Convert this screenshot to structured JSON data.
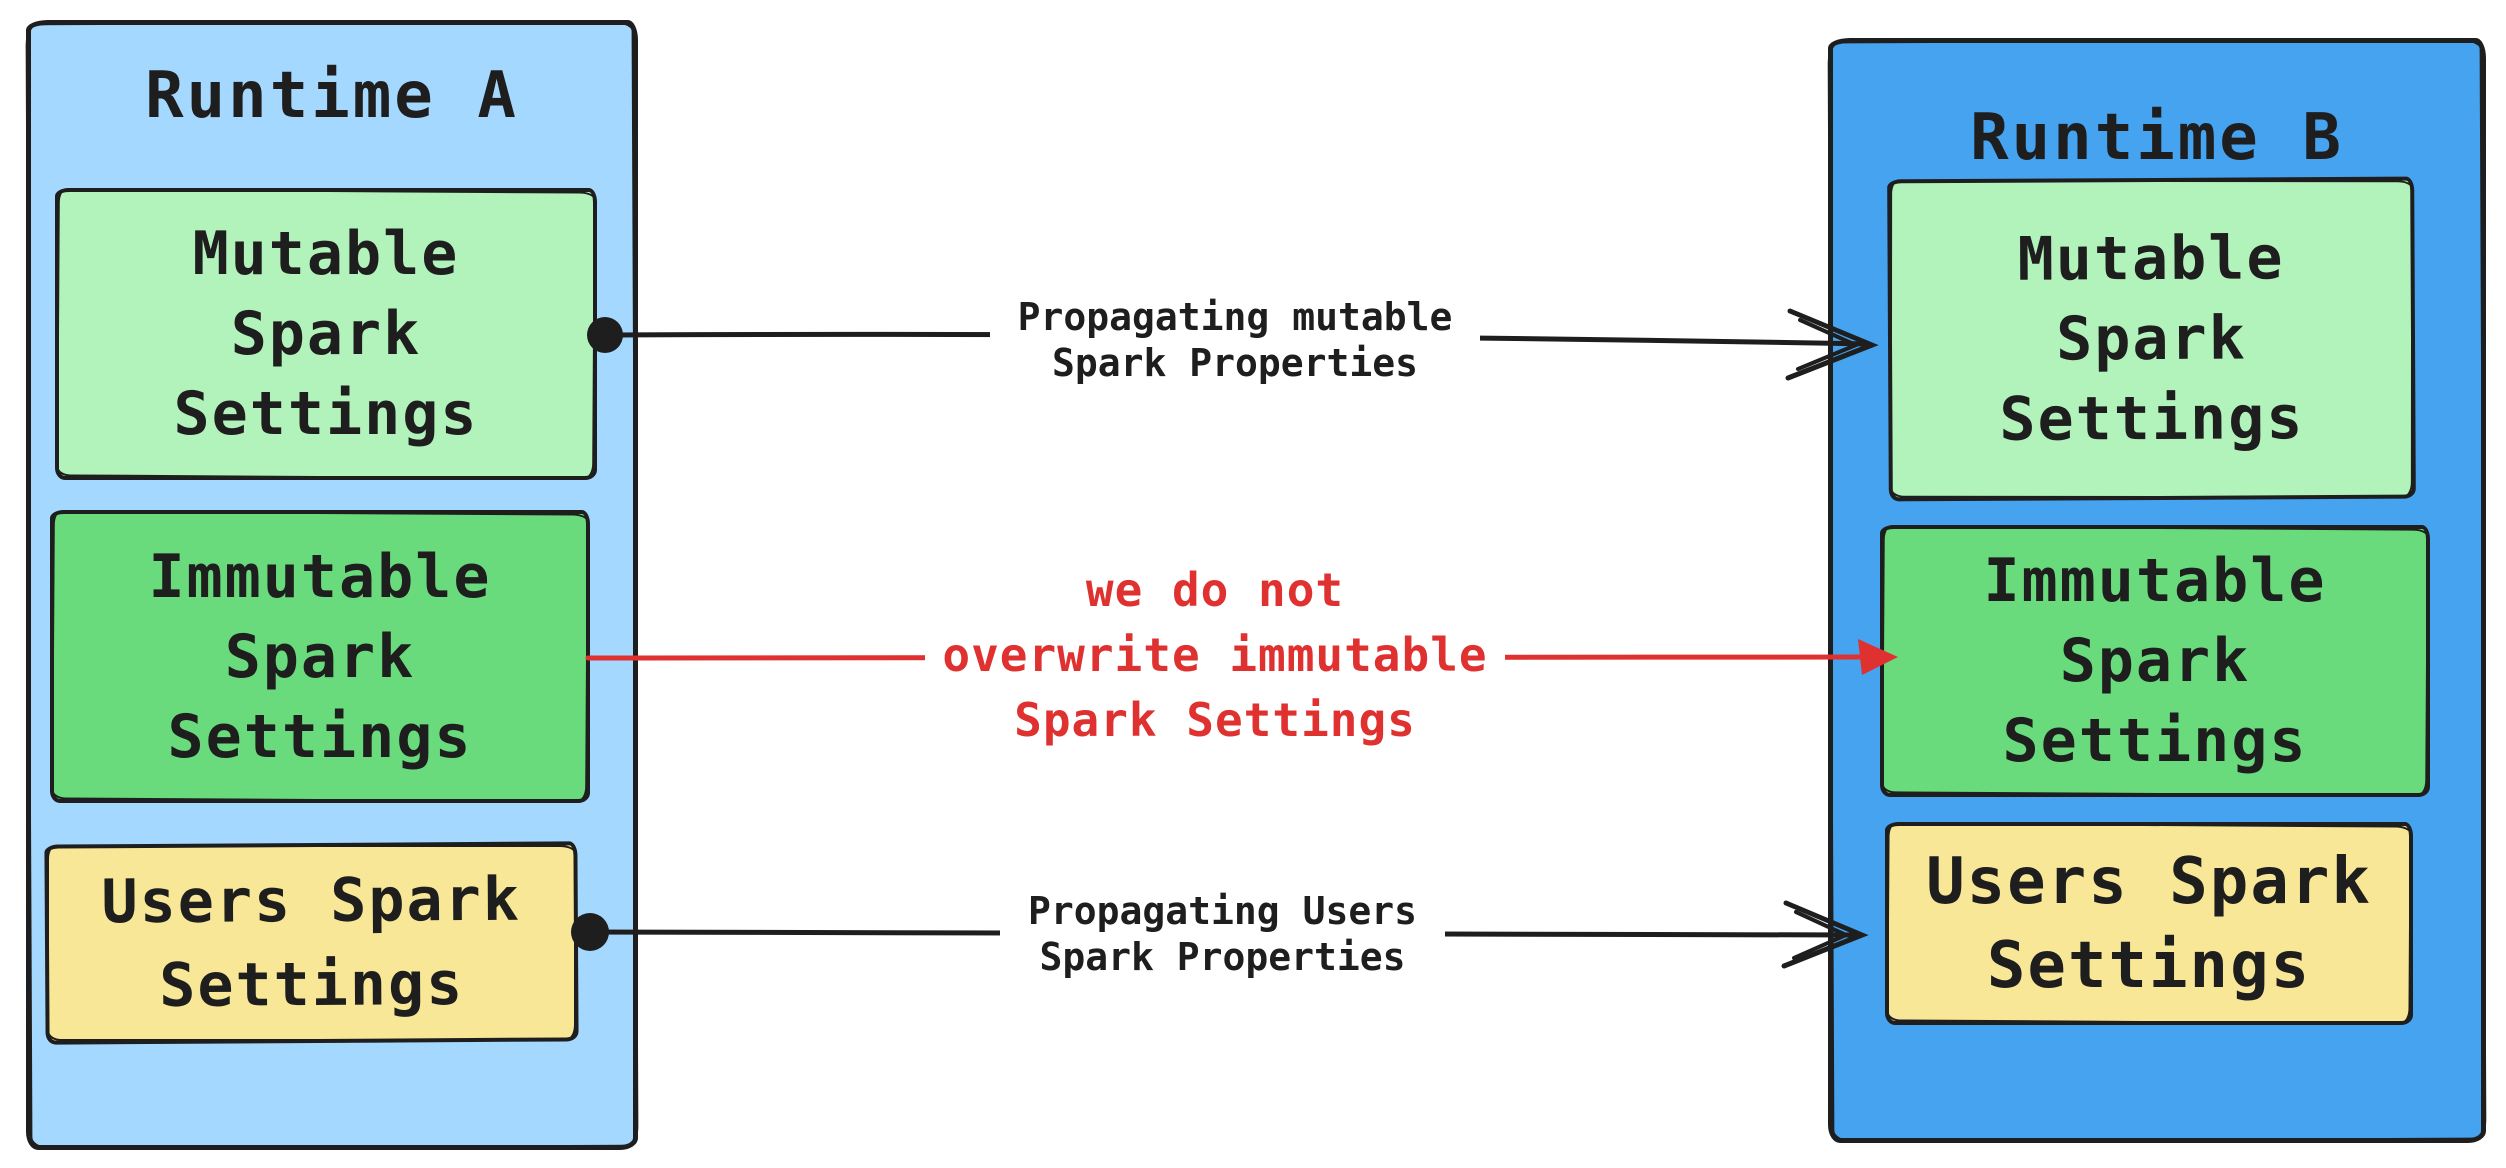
{
  "palette": {
    "stroke": "#1e1e1e",
    "runtime_a_fill": "#a5d8ff",
    "runtime_b_fill": "#45a3f0",
    "mutable_fill": "#b2f2bb",
    "immutable_fill": "#69db7c",
    "users_fill": "#f7e796",
    "red_accent": "#e03131"
  },
  "runtime_a": {
    "title": "Runtime A",
    "mutable": {
      "line1": "Mutable",
      "line2": "Spark",
      "line3": "Settings"
    },
    "immutable": {
      "line1": "Immutable",
      "line2": "Spark",
      "line3": "Settings"
    },
    "users": {
      "line1": "Users Spark",
      "line2": "Settings"
    }
  },
  "runtime_b": {
    "title": "Runtime B",
    "mutable": {
      "line1": "Mutable",
      "line2": "Spark",
      "line3": "Settings"
    },
    "immutable": {
      "line1": "Immutable",
      "line2": "Spark",
      "line3": "Settings"
    },
    "users": {
      "line1": "Users Spark",
      "line2": "Settings"
    }
  },
  "arrows": {
    "mutable": {
      "label_line1": "Propagating mutable",
      "label_line2": "Spark Properties"
    },
    "users": {
      "label_line1": "Propagating Users",
      "label_line2": "Spark Properties"
    },
    "immutable": {
      "label_line1": "we do not",
      "label_line2": "overwrite immutable",
      "label_line3": "Spark Settings"
    }
  }
}
